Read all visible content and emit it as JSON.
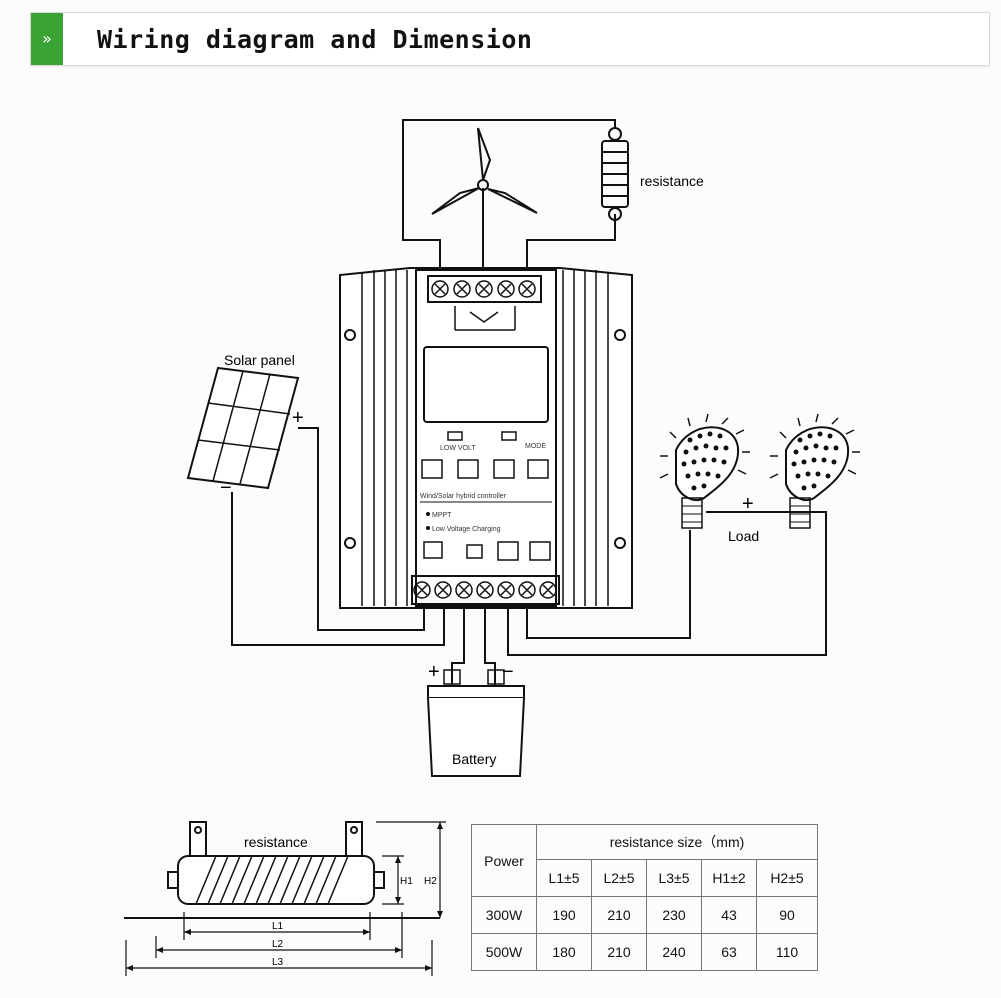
{
  "header": {
    "title": "Wiring diagram and Dimension",
    "chevron": "»"
  },
  "diagram": {
    "resistance_label": "resistance",
    "solar_panel_label": "Solar panel",
    "load_label": "Load",
    "battery_label": "Battery",
    "plus": "+",
    "minus": "−",
    "controller": {
      "top_small_text_1": "LOW VOLT",
      "top_small_text_2": "MODE",
      "face_text": "Wind/Solar hybrid controller",
      "indicator_1": "MPPT",
      "indicator_2": "Low Voltage Charging"
    }
  },
  "dimension_drawing": {
    "resistance_label": "resistance",
    "h1": "H1",
    "h2": "H2",
    "l1": "L1",
    "l2": "L2",
    "l3": "L3"
  },
  "size_table": {
    "power_header": "Power",
    "group_header": "resistance size（mm)",
    "columns": [
      "L1±5",
      "L2±5",
      "L3±5",
      "H1±2",
      "H2±5"
    ],
    "rows": [
      {
        "power": "300W",
        "values": [
          "190",
          "210",
          "230",
          "43",
          "90"
        ]
      },
      {
        "power": "500W",
        "values": [
          "180",
          "210",
          "240",
          "63",
          "110"
        ]
      }
    ]
  },
  "colors": {
    "accent": "#3ba335",
    "line": "#111111"
  }
}
